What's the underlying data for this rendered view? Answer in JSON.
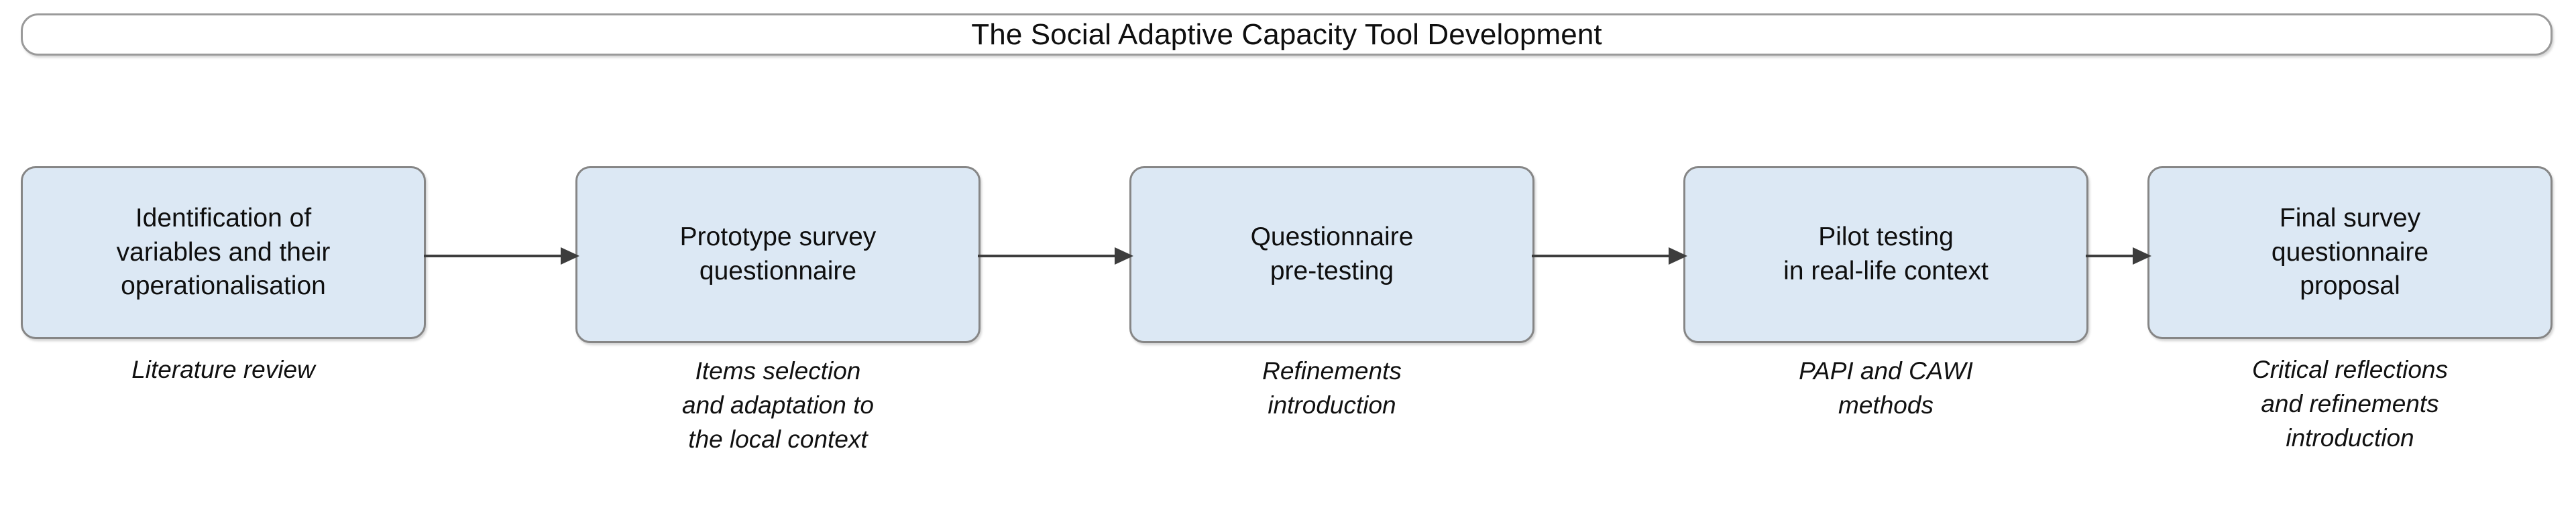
{
  "title": {
    "text": "The Social Adaptive Capacity Tool Development"
  },
  "colors": {
    "box_fill": "#dce8f4",
    "box_border": "#868686",
    "title_border": "#9a9a9a",
    "arrow": "#3d3d3d",
    "text": "#0f0f0f",
    "background": "#ffffff"
  },
  "flow": {
    "direction": "left-to-right",
    "steps": [
      {
        "index": 1,
        "box_label": "Identification of\nvariables and their\noperationalisation",
        "caption": "Literature review"
      },
      {
        "index": 2,
        "box_label": "Prototype survey\nquestionnaire",
        "caption": "Items selection\nand adaptation to\nthe local context"
      },
      {
        "index": 3,
        "box_label": "Questionnaire\npre-testing",
        "caption": "Refinements\nintroduction"
      },
      {
        "index": 4,
        "box_label": "Pilot testing\nin real-life context",
        "caption": "PAPI and CAWI\nmethods"
      },
      {
        "index": 5,
        "box_label": "Final survey\nquestionnaire\nproposal",
        "caption": "Critical reflections\nand refinements\nintroduction"
      }
    ],
    "connectors": [
      {
        "from": 1,
        "to": 2,
        "kind": "arrow-right"
      },
      {
        "from": 2,
        "to": 3,
        "kind": "arrow-right"
      },
      {
        "from": 3,
        "to": 4,
        "kind": "arrow-right"
      },
      {
        "from": 4,
        "to": 5,
        "kind": "arrow-right"
      }
    ]
  }
}
